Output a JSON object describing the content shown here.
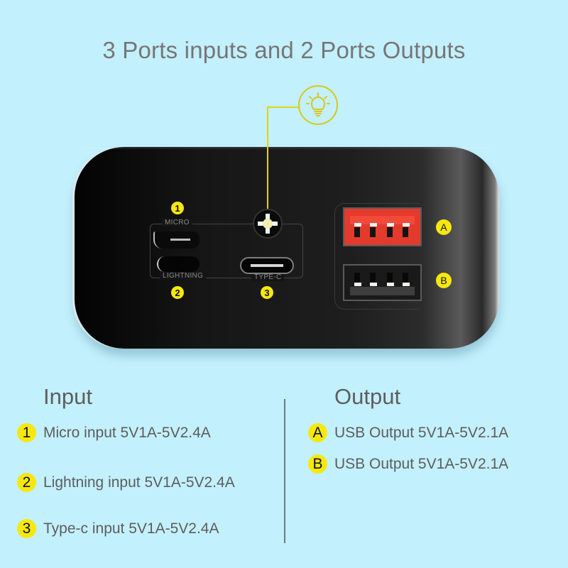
{
  "title": "3 Ports inputs and 2 Ports Outputs",
  "colors": {
    "background": "#c3f0fd",
    "badge_yellow": "#f6e80f",
    "callout_yellow": "#e3d414",
    "output_a_red": "#e33a2e",
    "text_gray": "#5d5d5d"
  },
  "callout": {
    "icon": "lightbulb-icon"
  },
  "device": {
    "port_labels": {
      "micro": "MICRO",
      "lightning": "LIGHTNING",
      "typec": "TYPE-C"
    },
    "input_badges": [
      "1",
      "2",
      "3"
    ],
    "output_badges": [
      "A",
      "B"
    ]
  },
  "input": {
    "heading": "Input",
    "items": [
      {
        "badge": "1",
        "text": "Micro input 5V1A-5V2.4A"
      },
      {
        "badge": "2",
        "text": "Lightning input 5V1A-5V2.4A"
      },
      {
        "badge": "3",
        "text": "Type-c input 5V1A-5V2.4A"
      }
    ]
  },
  "output": {
    "heading": "Output",
    "items": [
      {
        "badge": "A",
        "text": "USB Output 5V1A-5V2.1A"
      },
      {
        "badge": "B",
        "text": "USB Output 5V1A-5V2.1A"
      }
    ]
  }
}
